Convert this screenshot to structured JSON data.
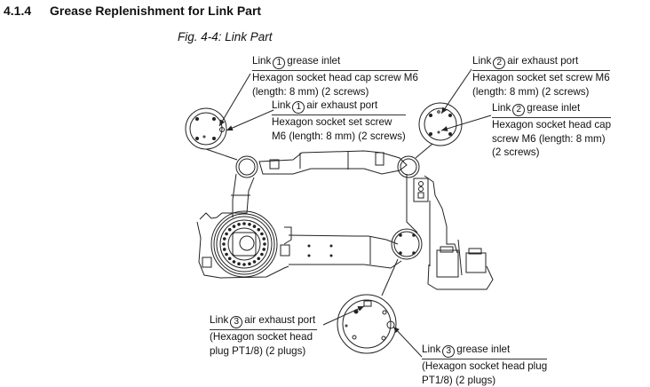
{
  "section": {
    "number": "4.1.4",
    "title": "Grease Replenishment for Link Part"
  },
  "figure": {
    "caption": "Fig. 4-4: Link Part"
  },
  "callouts": [
    {
      "id": "link1-grease",
      "prefix": "Link",
      "link_no": "1",
      "title": "grease inlet",
      "lines": [
        "Hexagon socket head cap screw M6",
        "(length: 8 mm) (2 screws)"
      ]
    },
    {
      "id": "link1-air",
      "prefix": "Link",
      "link_no": "1",
      "title": "air exhaust port",
      "lines": [
        "Hexagon socket set screw",
        "M6 (length: 8 mm) (2 screws)"
      ]
    },
    {
      "id": "link2-air",
      "prefix": "Link",
      "link_no": "2",
      "title": "air exhaust port",
      "lines": [
        "Hexagon socket set screw M6",
        "(length: 8 mm) (2 screws)"
      ]
    },
    {
      "id": "link2-grease",
      "prefix": "Link",
      "link_no": "2",
      "title": "grease inlet",
      "lines": [
        "Hexagon socket head cap",
        "screw M6 (length: 8 mm)",
        "(2 screws)"
      ]
    },
    {
      "id": "link3-air",
      "prefix": "Link",
      "link_no": "3",
      "title": "air exhaust port",
      "lines": [
        "(Hexagon socket head",
        "plug PT1/8) (2 plugs)"
      ]
    },
    {
      "id": "link3-grease",
      "prefix": "Link",
      "link_no": "3",
      "title": "grease inlet",
      "lines": [
        "(Hexagon socket head plug",
        "PT1/8) (2 plugs)"
      ]
    }
  ]
}
